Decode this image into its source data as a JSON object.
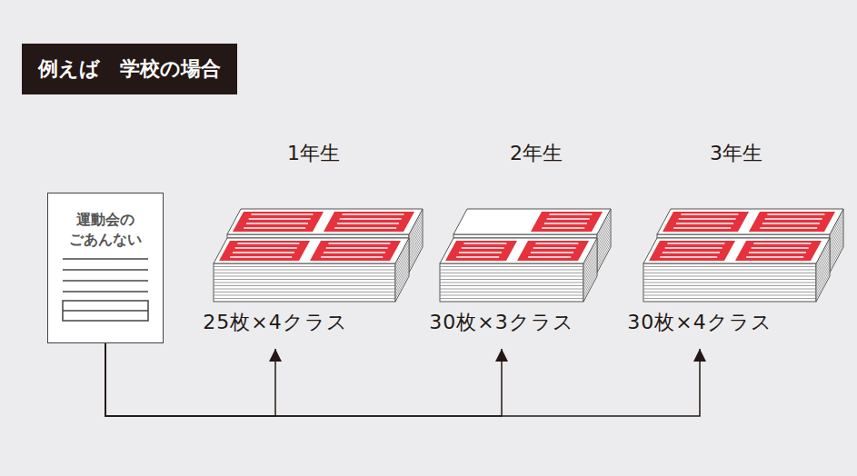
{
  "diagram": {
    "title": "例えば　学校の場合",
    "nodes": [
      {
        "text": [
          "運動会の ごあんない"
        ]
      },
      {
        "text": [
          "1年生",
          "25枚×4クラス"
        ]
      },
      {
        "text": [
          "2年生",
          "30枚×3クラス"
        ]
      },
      {
        "text": [
          "3年生",
          "30枚×4クラス"
        ]
      }
    ],
    "edges": [
      {
        "from": 0,
        "to": 1,
        "arrow": "to"
      },
      {
        "from": 0,
        "to": 2,
        "arrow": "to"
      },
      {
        "from": 0,
        "to": 3,
        "arrow": "to"
      }
    ]
  }
}
